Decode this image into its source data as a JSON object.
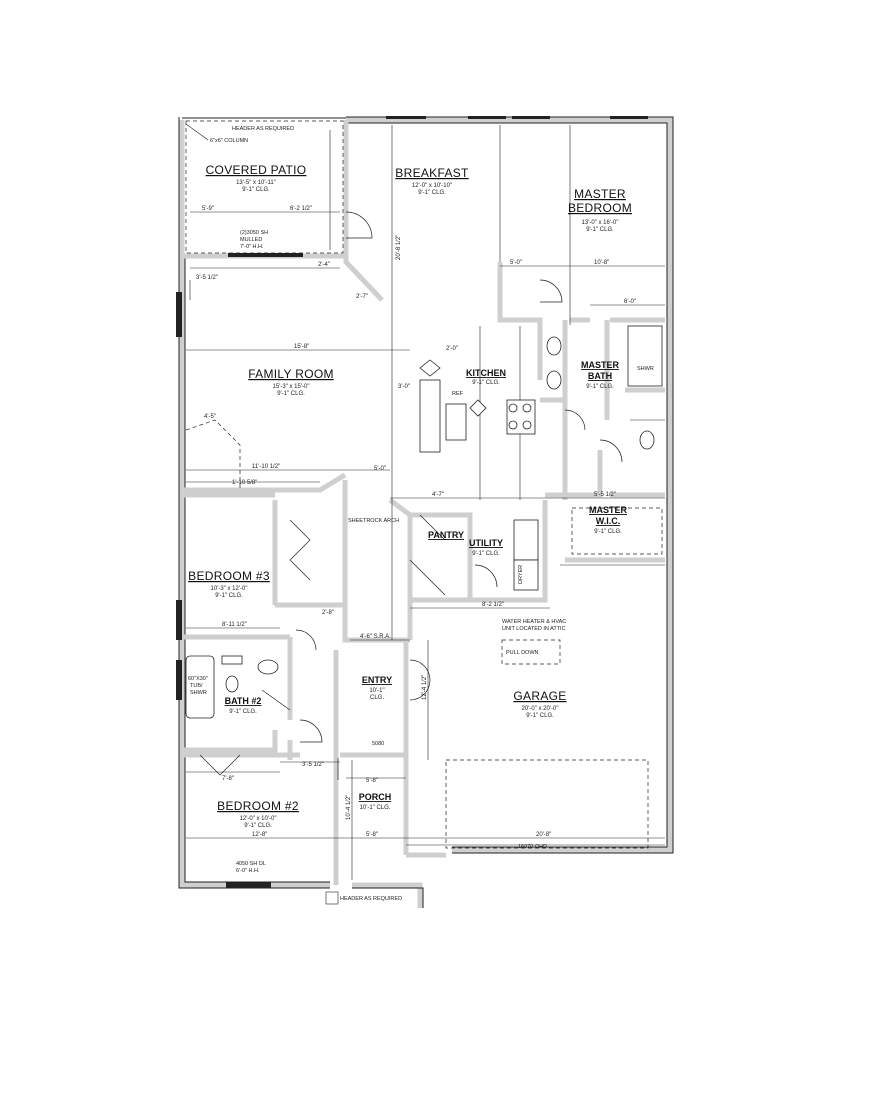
{
  "rooms": {
    "covered_patio": {
      "name": "COVERED PATIO",
      "size": "13'-5\" x 10'-11\"",
      "clg": "9'-1\" CLG."
    },
    "breakfast": {
      "name": "BREAKFAST",
      "size": "12'-0\" x 10'-10\"",
      "clg": "9'-1\" CLG."
    },
    "master_bedroom": {
      "name1": "MASTER",
      "name2": "BEDROOM",
      "size": "13'-0\" x 16'-0\"",
      "clg": "9'-1\" CLG."
    },
    "family_room": {
      "name": "FAMILY ROOM",
      "size": "15'-3\" x 15'-0\"",
      "clg": "9'-1\" CLG."
    },
    "kitchen": {
      "name": "KITCHEN",
      "clg": "9'-1\" CLG."
    },
    "master_bath": {
      "name1": "MASTER",
      "name2": "BATH",
      "clg": "9'-1\" CLG."
    },
    "bedroom3": {
      "name": "BEDROOM #3",
      "size": "10'-3\" x 12'-0\"",
      "clg": "9'-1\" CLG."
    },
    "pantry": {
      "name": "PANTRY"
    },
    "utility": {
      "name": "UTILITY",
      "clg": "9'-1\" CLG."
    },
    "master_wic": {
      "name1": "MASTER",
      "name2": "W.I.C.",
      "clg": "9'-1\" CLG."
    },
    "bath2": {
      "name": "BATH #2",
      "clg": "9'-1\" CLG."
    },
    "entry": {
      "name": "ENTRY",
      "clg": "10'-1\"",
      "clg2": "CLG."
    },
    "garage": {
      "name": "GARAGE",
      "size": "20'-0\" x 20'-0\"",
      "clg": "9'-1\" CLG."
    },
    "bedroom2": {
      "name": "BEDROOM #2",
      "size": "12'-0\" x 10'-0\"",
      "clg": "9'-1\" CLG."
    },
    "porch": {
      "name": "PORCH",
      "clg": "10'-1\" CLG."
    }
  },
  "notes": {
    "header_top": "HEADER AS REQUIRED",
    "column": "6\"x6\" COLUMN",
    "mulled1": "(2)3050 SH",
    "mulled2": "MULLED",
    "mulled3": "7'-0\" H.H.",
    "sheetrock_arch": "SHEETROCK ARCH",
    "water_heater1": "WATER HEATER & HVAC",
    "water_heater2": "UNIT LOCATED IN ATTIC",
    "pull_down": "PULL DOWN",
    "window_bottom1": "4050 SH DL",
    "window_bottom2": "6'-0\" H.H.",
    "header_bottom": "HEADER AS REQUIRED",
    "door_5080": "5080",
    "garage_door": "16070 OHD",
    "tub1": "60\"X30\"",
    "tub2": "TUB/",
    "tub3": "SHWR",
    "shower": "SHWR",
    "dryer": "DRYER",
    "ref": "REF"
  },
  "dims": {
    "d1": "5'-9\"",
    "d2": "6'-2 1/2\"",
    "d3": "2'-4\"",
    "d4": "3'-5 1/2\"",
    "d5": "15'-8\"",
    "d6": "20'-8 1/2\"",
    "d7": "5'-0\"",
    "d8": "10'-8\"",
    "d9": "6'-0\"",
    "d10": "4'-5\"",
    "d11": "11'-10 1/2\"",
    "d12": "1'-10 5/8\"",
    "d13": "4'-7\"",
    "d14": "5'-5 1/2\"",
    "d15": "8'-11 1/2\"",
    "d16": "8'-2 1/2\"",
    "d17": "2'-8\"",
    "d18": "4'-6\" S.R.A.",
    "d19": "12'-4 1/2\"",
    "d20": "7'-8\"",
    "d21": "3'-5 1/2\"",
    "d22": "5'-8\"",
    "d23": "12'-8\"",
    "d24": "5'-8\"",
    "d25": "20'-8\"",
    "d26": "10'-4 1/2\"",
    "d27": "2'-7\"",
    "d28": "3'-0\"",
    "d29": "5'-0\"",
    "d30": "2'-0\""
  }
}
